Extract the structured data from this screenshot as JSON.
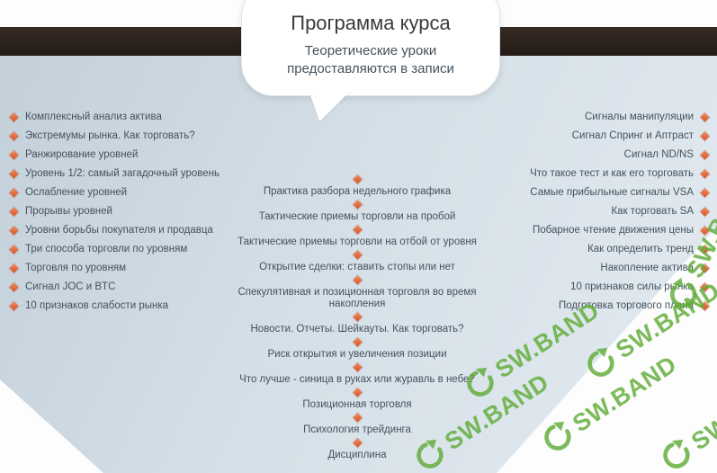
{
  "bubble": {
    "title": "Программа курса",
    "subtitle": "Теоретические уроки предоставляются в записи"
  },
  "columns": {
    "left": [
      "Комплексный анализ актива",
      "Экстремумы рынка. Как торговать?",
      "Ранжирование уровней",
      "Уровень 1/2: самый загадочный уровень",
      "Ослабление уровней",
      "Прорывы уровней",
      "Уровни борьбы покупателя и продавца",
      "Три способа торговли по уровням",
      "Торговля по уровням",
      "Сигнал JOC и BTC",
      "10 признаков слабости рынка"
    ],
    "middle": [
      "Практика разбора недельного графика",
      "Тактические приемы торговли на пробой",
      "Тактические приемы торговли на отбой от уровня",
      "Открытие сделки: ставить стопы или нет",
      "Спекулятивная и позиционная торговля во время накопления",
      "Новости. Отчеты. Шейкауты. Как торговать?",
      "Риск открытия и увеличения позиции",
      "Что лучше - синица в руках или журавль в небе?",
      "Позиционная торговля",
      "Психология трейдинга",
      "Дисциплина"
    ],
    "right": [
      "Сигналы манипуляции",
      "Сигнал Спринг и Аптраст",
      "Сигнал ND/NS",
      "Что такое тест и как его торговать",
      "Самые прибыльные сигналы VSA",
      "Как торговать SA",
      "Побарное чтение движения цены",
      "Как определить тренд",
      "Накопление актива",
      "10 признаков силы рынка",
      "Подготовка торгового плана"
    ]
  },
  "watermark": {
    "text": "SW.BAND",
    "color": "#5fac37"
  },
  "colors": {
    "band": "#2c221d",
    "bullet": "#d4552c",
    "background_top": "#c3d0da",
    "background_bottom": "#e4ebf1",
    "text": "#44525c"
  }
}
